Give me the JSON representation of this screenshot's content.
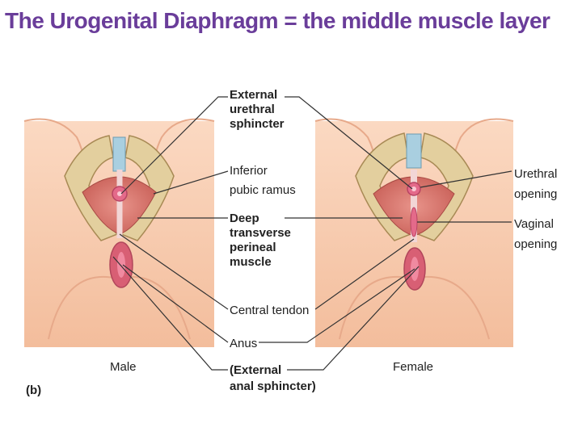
{
  "title": "The Urogenital Diaphragm = the middle muscle layer",
  "panel_letter": "(b)",
  "captions": {
    "male": "Male",
    "female": "Female"
  },
  "labels": {
    "external_urethral_sphincter": [
      "External",
      "urethral",
      "sphincter"
    ],
    "inferior_pubic_ramus": [
      "Inferior",
      "pubic ramus"
    ],
    "deep_transverse_perineal_muscle": [
      "Deep",
      "transverse",
      "perineal",
      "muscle"
    ],
    "central_tendon": "Central tendon",
    "anus": "Anus",
    "external_anal_sphincter": [
      "(External",
      "anal sphincter)"
    ],
    "urethral_opening": [
      "Urethral",
      "opening"
    ],
    "vaginal_opening": [
      "Vaginal",
      "opening"
    ]
  },
  "colors": {
    "title": "#6a3d9a",
    "skin": "#f7cdb0",
    "bone": "#e3cf9e",
    "muscle": "#d9776b"
  }
}
